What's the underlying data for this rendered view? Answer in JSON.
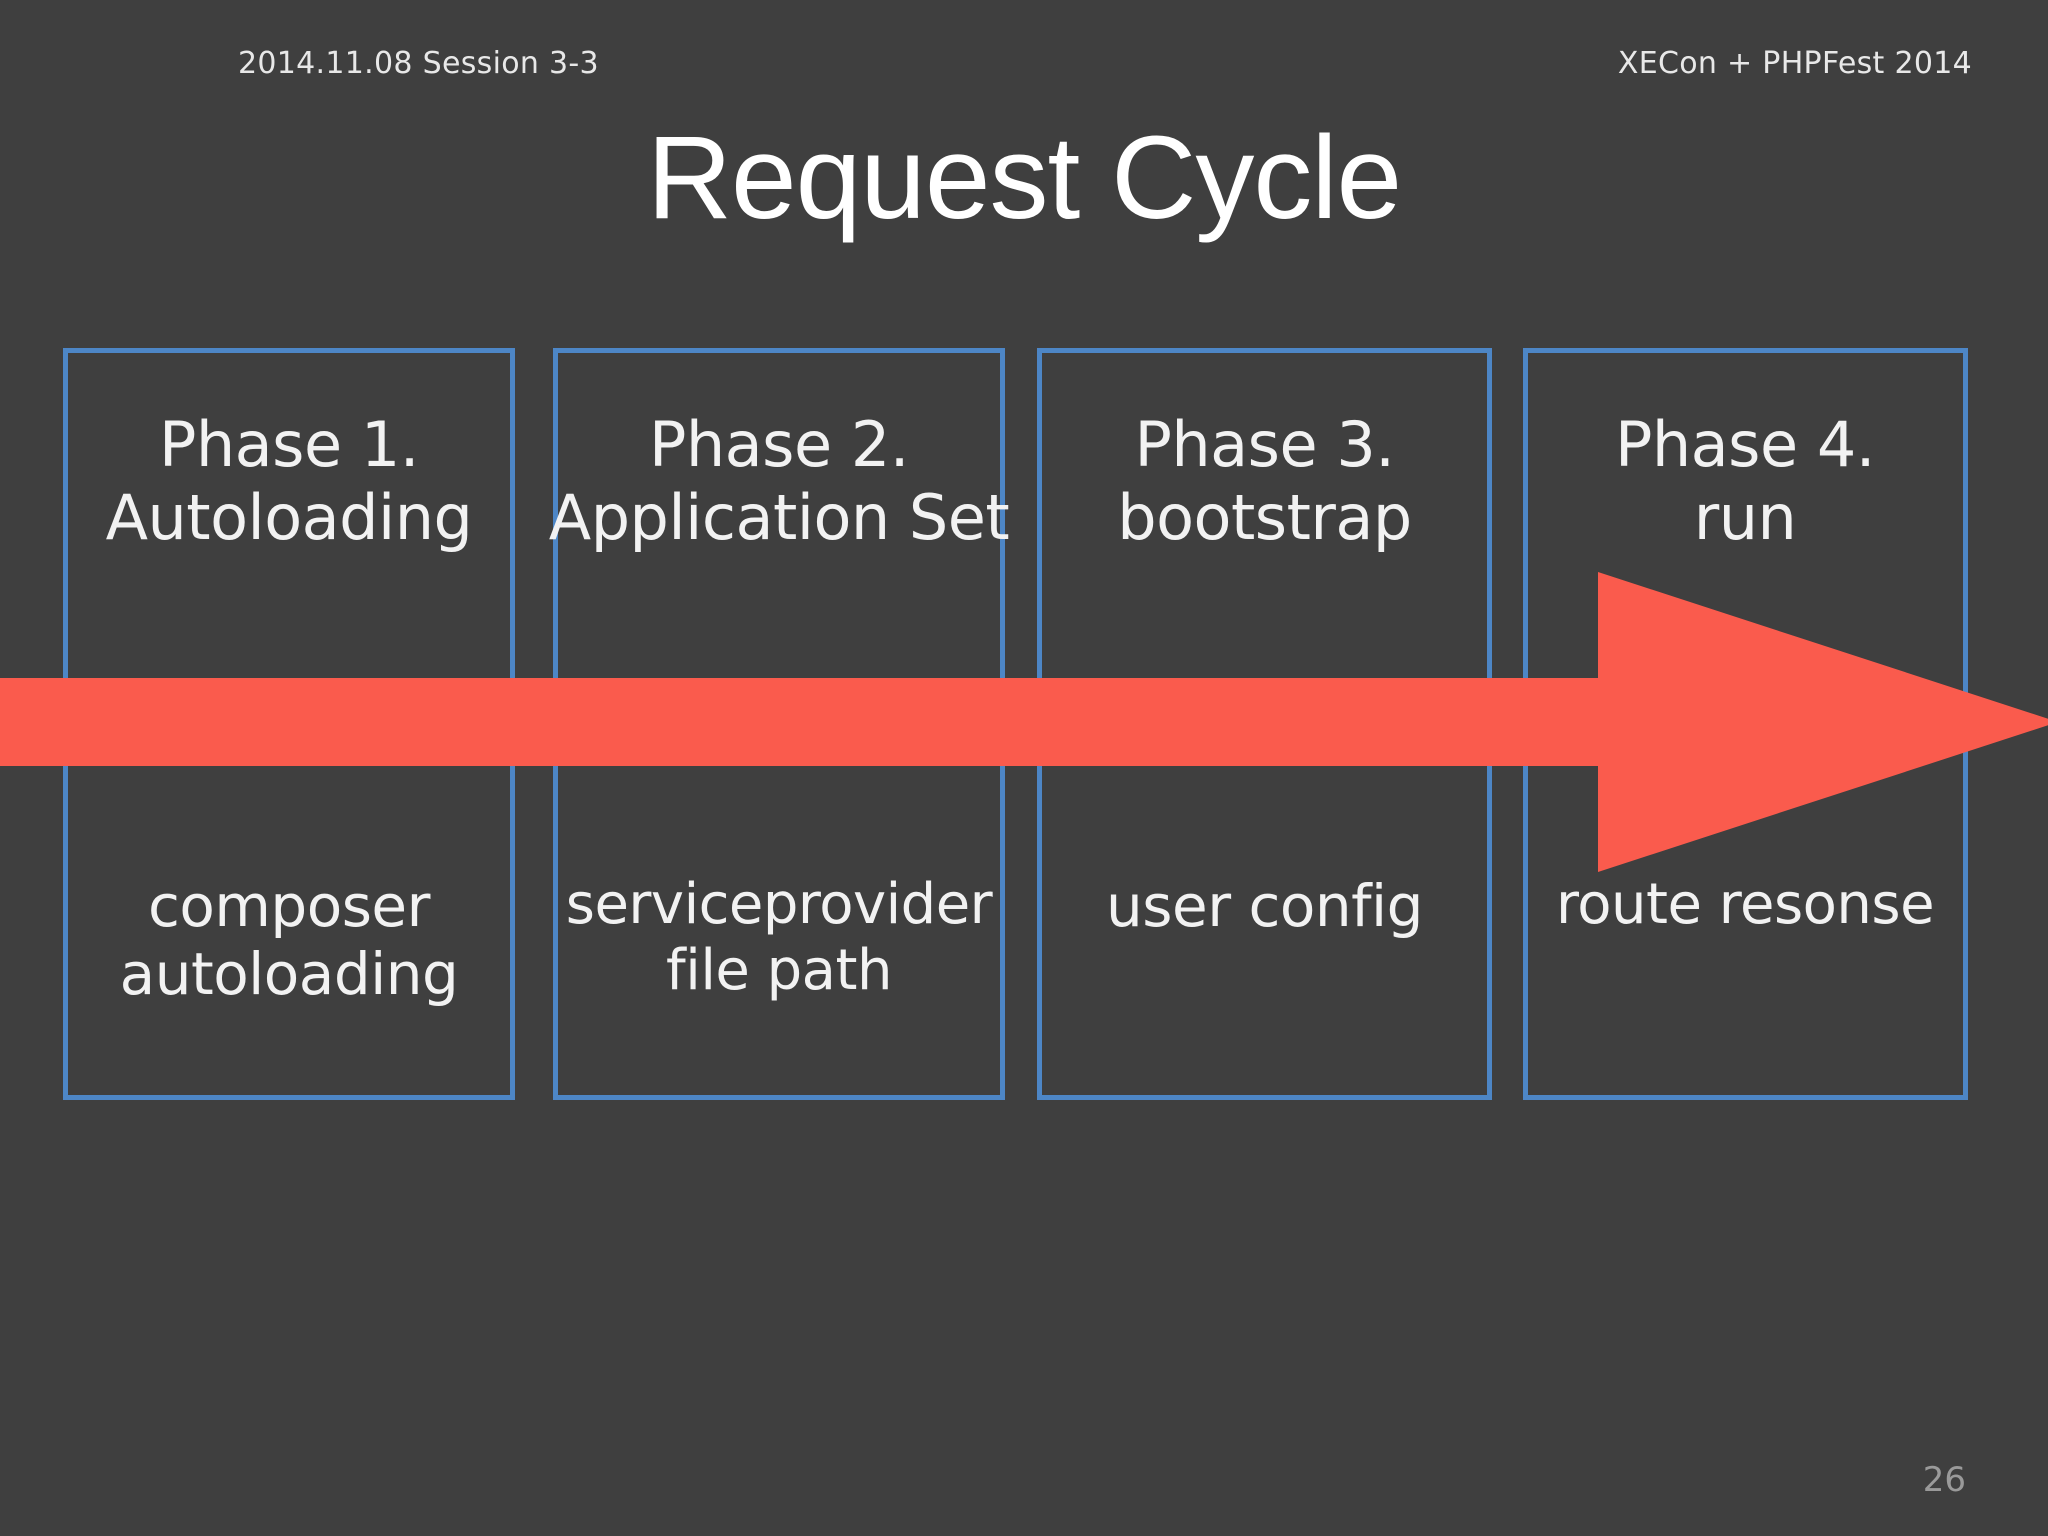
{
  "slide": {
    "background_color": "#3f3f3f",
    "accent_border_color": "#4d86c6",
    "arrow_color": "#fa5b4d",
    "title": "Request Cycle",
    "header_left": "2014.11.08 Session 3-3",
    "header_right": "XECon + PHPFest 2014",
    "page_number": "26"
  },
  "phases": [
    {
      "title_line1": "Phase 1.",
      "title_line2": "Autoloading",
      "sub_line1": "composer",
      "sub_line2": "autoloading"
    },
    {
      "title_line1": "Phase 2.",
      "title_line2": "Application Set",
      "sub_line1": "serviceprovider",
      "sub_line2": "file path"
    },
    {
      "title_line1": "Phase 3.",
      "title_line2": "bootstrap",
      "sub_line1": "user config",
      "sub_line2": ""
    },
    {
      "title_line1": "Phase 4.",
      "title_line2": "run",
      "sub_line1": "route resonse",
      "sub_line2": ""
    }
  ],
  "arrow": {
    "name": "flow-arrow-right",
    "direction": "right"
  }
}
